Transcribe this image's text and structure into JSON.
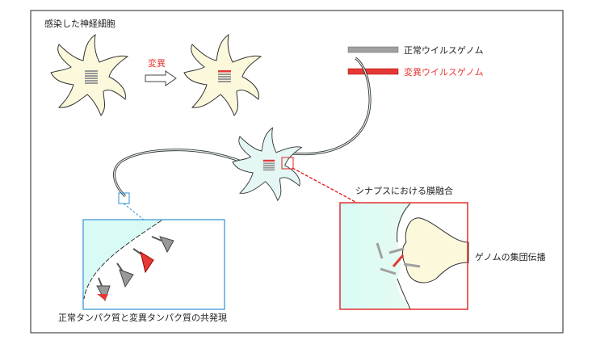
{
  "title": "感染した神経細胞",
  "mutation_label": "変異",
  "legend": {
    "normal": "正常ウイルスゲノム",
    "mutant": "変異ウイルスゲノム"
  },
  "synapse_label": "シナプスにおける膜融合",
  "propagation_label": "ゲノムの集団伝播",
  "coexpression_label": "正常タンパク質と変異タンパク質の共発現",
  "colors": {
    "normal": "#a0a0a0",
    "mutant": "#e53935",
    "cell": "#fbf8dc",
    "blue": "#2a8fd6",
    "red_box": "#e02020"
  }
}
